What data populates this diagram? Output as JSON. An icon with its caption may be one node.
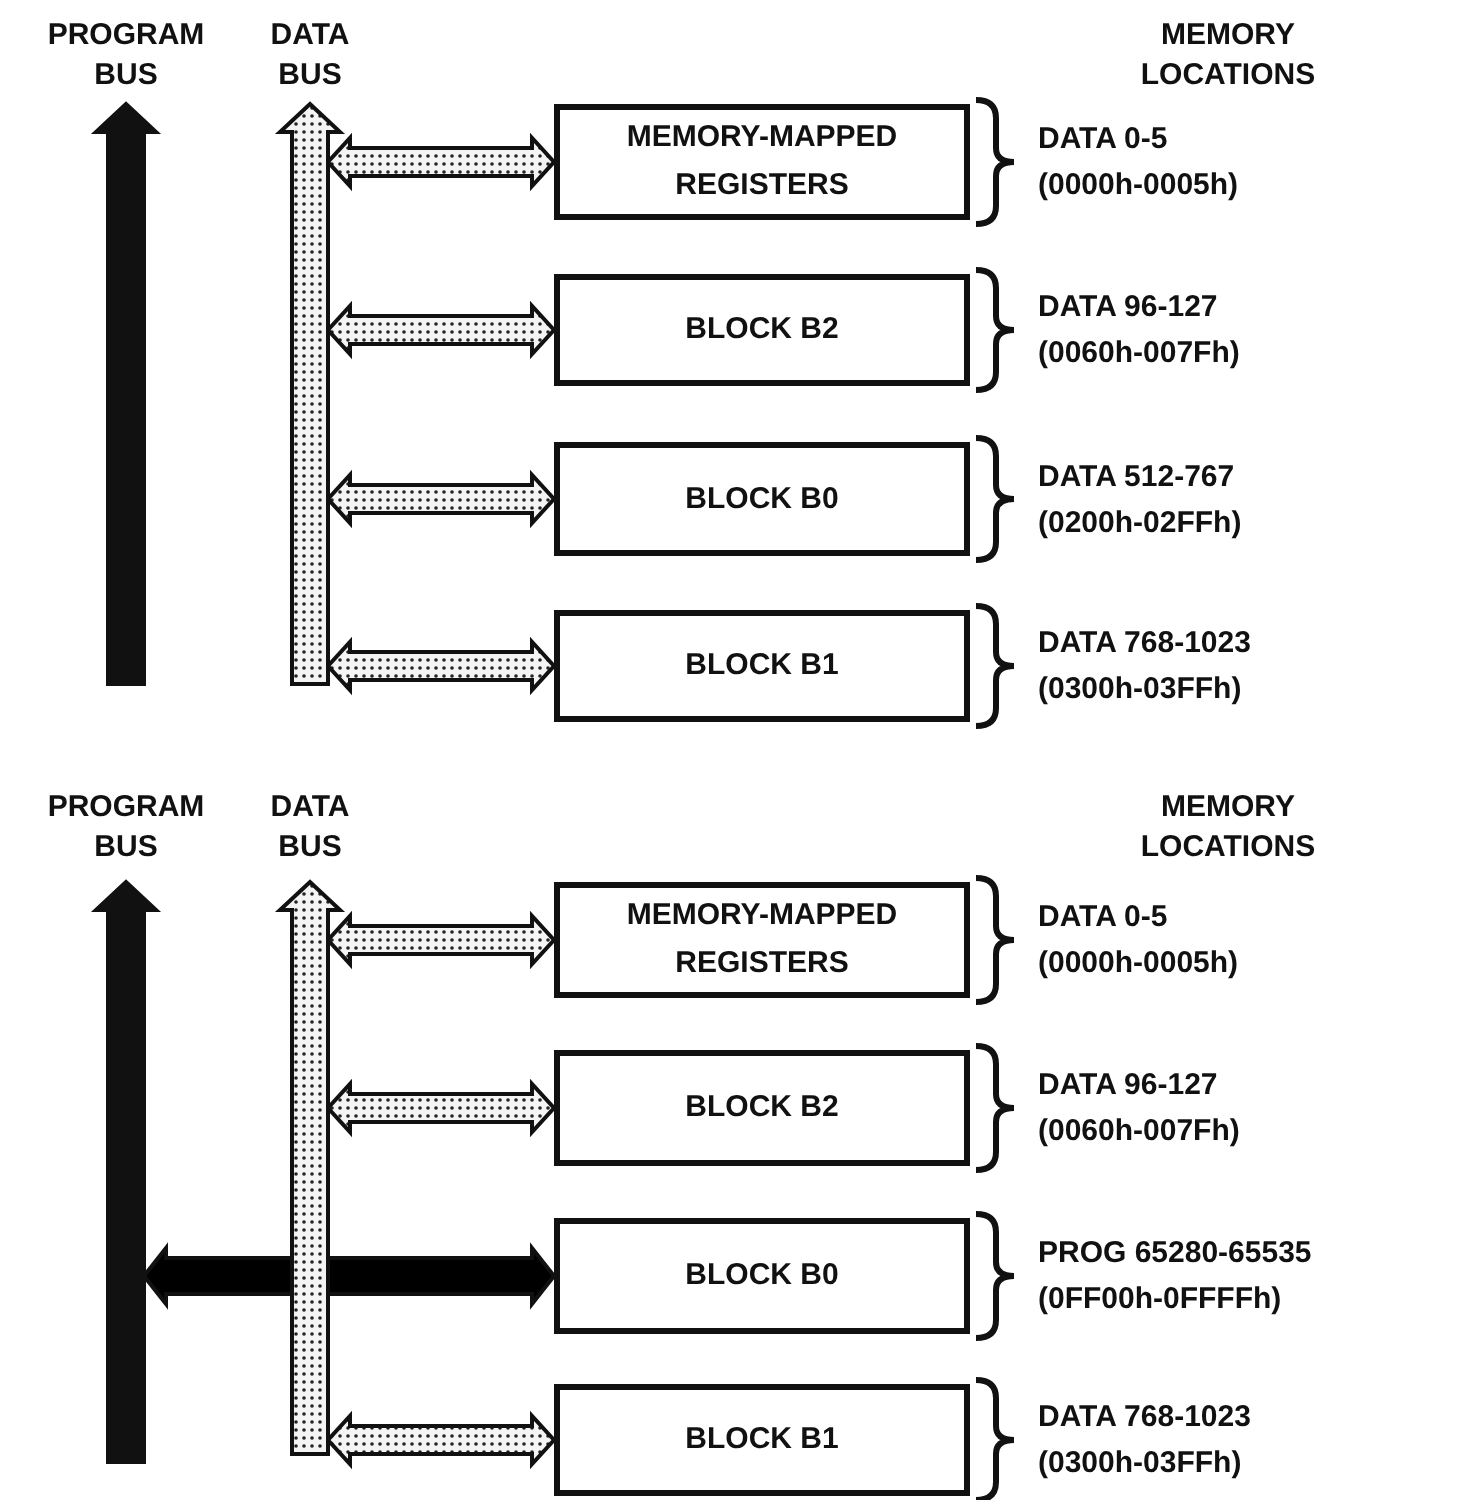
{
  "diagram": {
    "nodes": [
      {
        "text": [
          "PROGRAM BUS"
        ]
      },
      {
        "text": [
          "DATA BUS"
        ]
      },
      {
        "text": [
          "MEMORY-MAPPED REGISTERS"
        ],
        "beside": [
          "DATA 0-5",
          "(0000h-0005h)"
        ]
      },
      {
        "text": [
          "BLOCK B2"
        ],
        "beside": [
          "DATA 96-127",
          "(0060h-007Fh)"
        ]
      },
      {
        "text": [
          "BLOCK B0"
        ],
        "beside": [
          "DATA 512-767",
          "(0200h-02FFh)"
        ]
      },
      {
        "text": [
          "BLOCK B1"
        ],
        "beside": [
          "DATA 768-1023",
          "(0300h-03FFh)"
        ]
      },
      {
        "text": [
          "PROGRAM BUS"
        ]
      },
      {
        "text": [
          "DATA BUS"
        ]
      },
      {
        "text": [
          "MEMORY-MAPPED REGISTERS"
        ],
        "beside": [
          "DATA 0-5",
          "(0000h-0005h)"
        ]
      },
      {
        "text": [
          "BLOCK B2"
        ],
        "beside": [
          "DATA 96-127",
          "(0060h-007Fh)"
        ]
      },
      {
        "text": [
          "BLOCK B0"
        ],
        "beside": [
          "PROG 65280-65535",
          "(0FF00h-0FFFFh)"
        ]
      },
      {
        "text": [
          "BLOCK B1"
        ],
        "beside": [
          "DATA 768-1023",
          "(0300h-03FFh)"
        ]
      }
    ],
    "edges": [
      {
        "from": 1,
        "to": 2,
        "arrow": "both"
      },
      {
        "from": 1,
        "to": 3,
        "arrow": "both"
      },
      {
        "from": 1,
        "to": 4,
        "arrow": "both"
      },
      {
        "from": 1,
        "to": 5,
        "arrow": "both"
      },
      {
        "from": 7,
        "to": 8,
        "arrow": "both"
      },
      {
        "from": 7,
        "to": 9,
        "arrow": "both"
      },
      {
        "from": 6,
        "to": 10,
        "arrow": "both",
        "style": "thick",
        "color": "#000000"
      },
      {
        "from": 7,
        "to": 11,
        "arrow": "both"
      }
    ],
    "labels": [
      "MEMORY LOCATIONS",
      "MEMORY LOCATIONS"
    ]
  }
}
